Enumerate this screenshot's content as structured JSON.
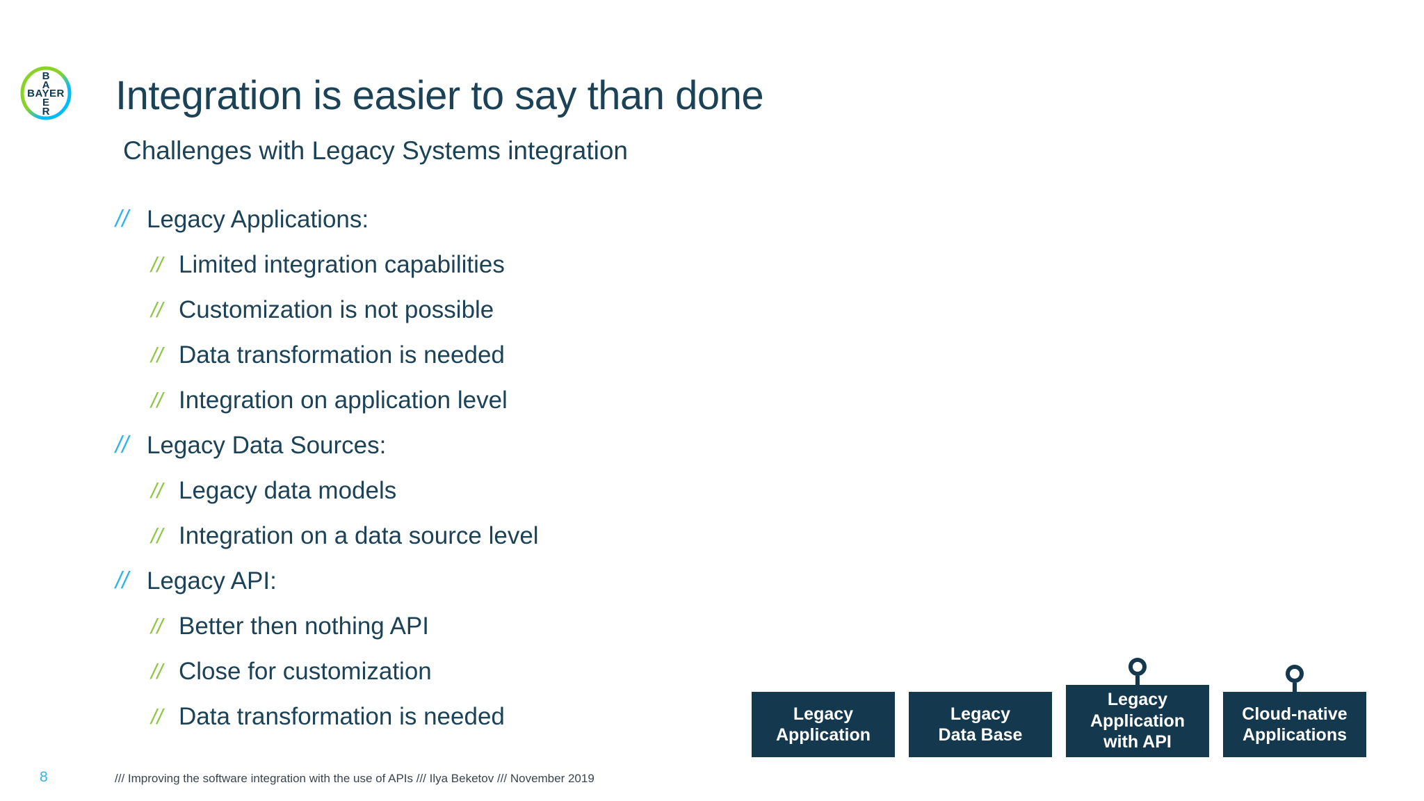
{
  "slide": {
    "title": "Integration is easier to say than done",
    "subtitle": "Challenges with Legacy Systems integration"
  },
  "logo": {
    "brand": "Bayer",
    "horizontal_word": "BAYER",
    "vertical_letters": [
      "B",
      "A",
      "E",
      "R"
    ]
  },
  "bullets": {
    "glyph": "//",
    "items": [
      {
        "level": 1,
        "text": "Legacy Applications:"
      },
      {
        "level": 2,
        "text": "Limited integration capabilities"
      },
      {
        "level": 2,
        "text": "Customization is not possible"
      },
      {
        "level": 2,
        "text": "Data transformation is needed"
      },
      {
        "level": 2,
        "text": "Integration on application level"
      },
      {
        "level": 1,
        "text": "Legacy Data Sources:"
      },
      {
        "level": 2,
        "text": "Legacy data models"
      },
      {
        "level": 2,
        "text": "Integration on a data source level"
      },
      {
        "level": 1,
        "text": "Legacy API:"
      },
      {
        "level": 2,
        "text": "Better then nothing API"
      },
      {
        "level": 2,
        "text": "Close for customization"
      },
      {
        "level": 2,
        "text": "Data transformation is needed"
      }
    ]
  },
  "diagram": {
    "boxes": [
      {
        "lines": [
          "Legacy",
          "Application"
        ],
        "pin": false
      },
      {
        "lines": [
          "Legacy",
          "Data Base"
        ],
        "pin": false
      },
      {
        "lines": [
          "Legacy",
          "Application",
          "with API"
        ],
        "pin": true
      },
      {
        "lines": [
          "Cloud-native",
          "Applications"
        ],
        "pin": true
      }
    ]
  },
  "footer": {
    "page_number": "8",
    "text": "/// Improving the software integration with the use of APIs /// Ilya Beketov /// November 2019"
  },
  "colors": {
    "navy_text": "#1b4257",
    "box_navy": "#14384e",
    "accent_cyan": "#2fb4e9",
    "accent_green": "#8dc63f",
    "logo_green": "#89d329",
    "logo_blue": "#00bcff"
  }
}
